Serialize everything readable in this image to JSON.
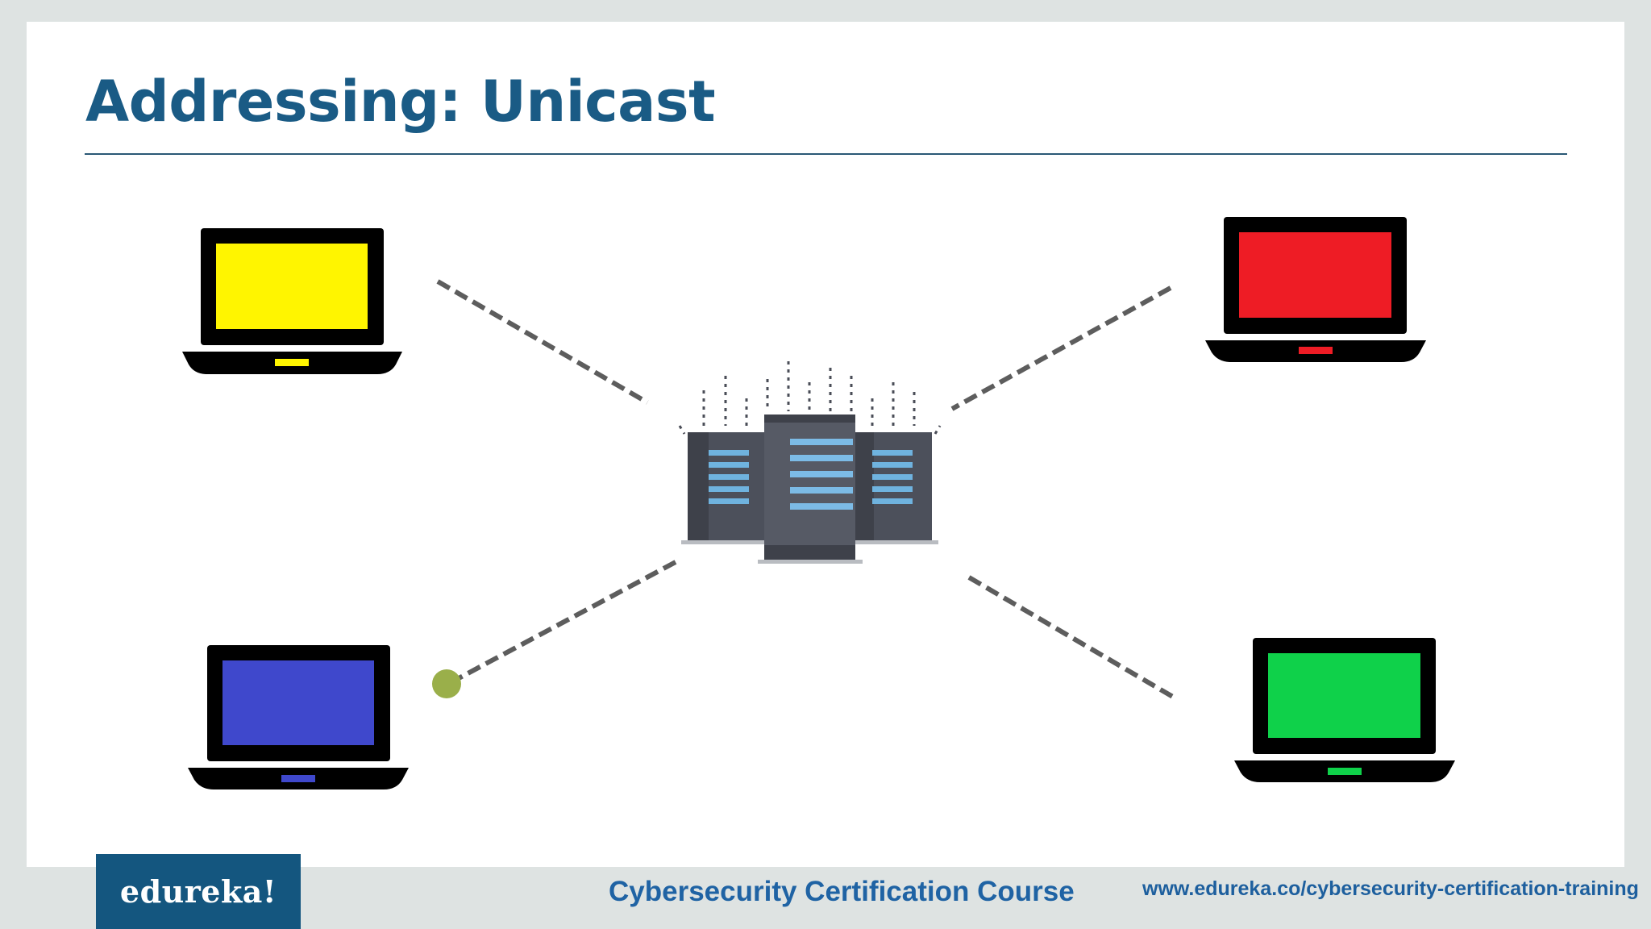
{
  "slide": {
    "title": "Addressing: Unicast"
  },
  "footer": {
    "logo": "edureka!",
    "course": "Cybersecurity Certification Course",
    "url": "www.edureka.co/cybersecurity-certification-training"
  },
  "diagram": {
    "server_icon": "server-rack-icon",
    "laptops": [
      {
        "position": "top-left",
        "screen_color": "#fff500"
      },
      {
        "position": "top-right",
        "screen_color": "#ee1c25"
      },
      {
        "position": "bottom-left",
        "screen_color": "#3f48cc"
      },
      {
        "position": "bottom-right",
        "screen_color": "#0fd14a"
      }
    ],
    "packet_color": "#9aaf4a",
    "link_color": "#5d5d5d"
  }
}
